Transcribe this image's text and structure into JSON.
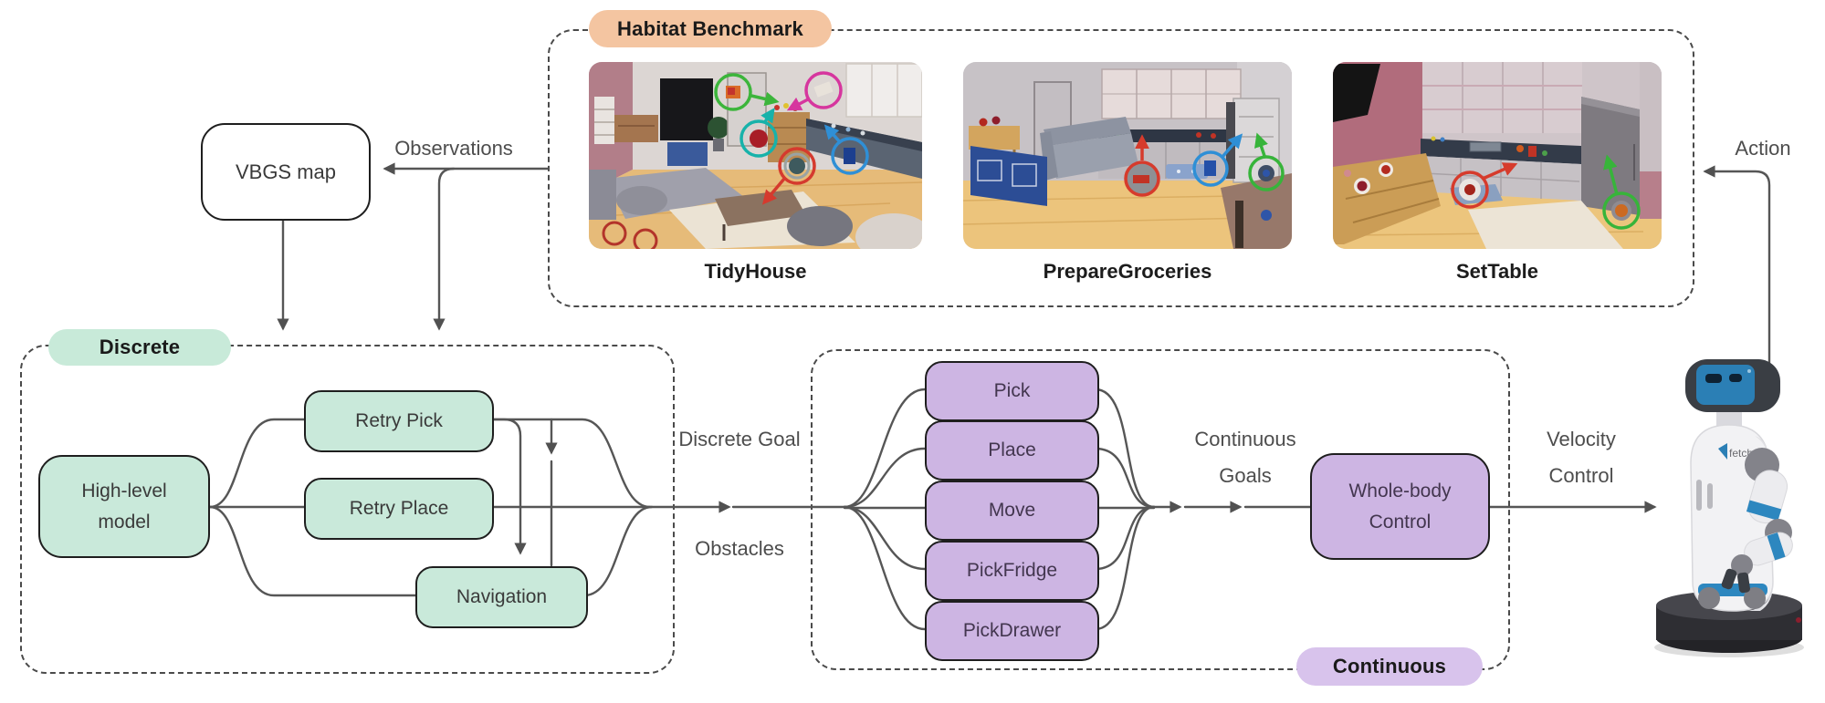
{
  "figure": {
    "habitat": {
      "label": "Habitat Benchmark",
      "tasks": [
        "TidyHouse",
        "PrepareGroceries",
        "SetTable"
      ]
    },
    "vbgs_label": "VBGS map",
    "labels": {
      "observations": "Observations",
      "discrete_goal": "Discrete Goal",
      "obstacles": "Obstacles",
      "continuous_goals": "Continuous Goals",
      "velocity_control": "Velocity Control",
      "action": "Action"
    },
    "discrete": {
      "label": "Discrete",
      "high_level": "High-level model",
      "retry_pick": "Retry Pick",
      "retry_place": "Retry Place",
      "navigation": "Navigation"
    },
    "continuous": {
      "label": "Continuous",
      "skills": [
        "Pick",
        "Place",
        "Move",
        "PickFridge",
        "PickDrawer"
      ],
      "whole_body": "Whole-body Control"
    },
    "robot_logo": "fetch",
    "colors": {
      "mint": "#c9e9da",
      "purple": "#cdb5e3",
      "purple_pill": "#d8c3ec",
      "peach": "#f4c5a1",
      "line": "#565656",
      "node_border": "#1e1e1e"
    }
  }
}
